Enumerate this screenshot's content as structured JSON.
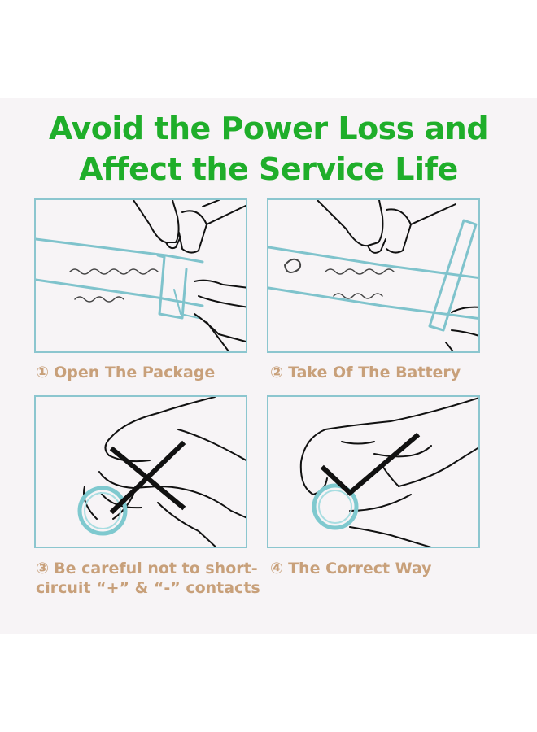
{
  "title": {
    "line1": "Avoid the Power Loss and",
    "line2": "Affect the Service Life"
  },
  "steps": [
    {
      "number": "①",
      "caption": "Open The Package"
    },
    {
      "number": "②",
      "caption": "Take Of The Battery"
    },
    {
      "number": "③",
      "caption_line1": "Be careful not to short-",
      "caption_line2": "circuit “+”  & “-”  contacts"
    },
    {
      "number": "④",
      "caption": "The Correct Way"
    }
  ],
  "colors": {
    "title": "#1fae2a",
    "caption": "#c8a07a",
    "frame_border": "#8cc6cf",
    "battery_ring": "#7fc9cf",
    "mark": "#111111"
  },
  "icons": [
    "hand-open-package-icon",
    "hand-take-battery-icon",
    "wrong-grip-cross-icon",
    "correct-grip-check-icon"
  ]
}
